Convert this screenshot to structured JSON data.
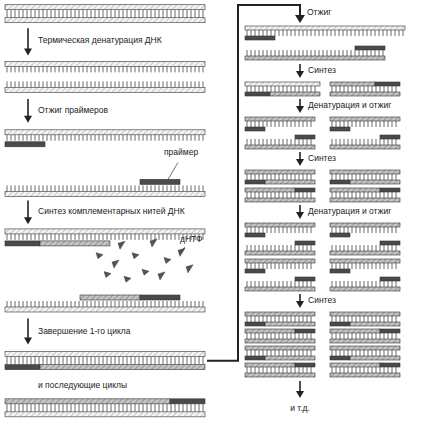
{
  "diagram": {
    "labels": [
      "Термическая денатурация ДНК",
      "Отжиг праймеров",
      "праймер",
      "Синтез комплементарных нитей ДНК",
      "дНТФ",
      "Завершение 1-го цикла",
      "и последующие циклы",
      "Отжиг",
      "Синтез",
      "Денатурация и отжиг",
      "Синтез",
      "Денатурация и отжиг",
      "Синтез",
      "и т.д."
    ]
  }
}
